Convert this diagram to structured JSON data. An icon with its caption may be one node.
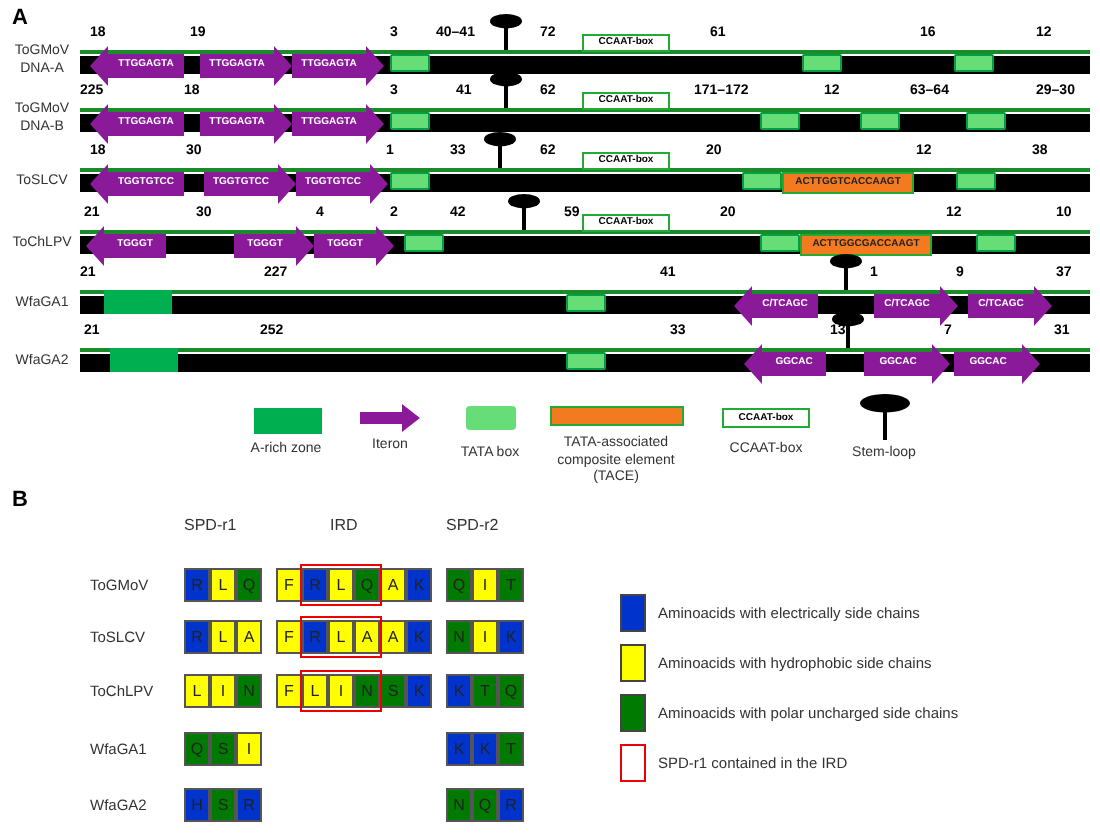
{
  "diagram": {
    "nodes": [
      {
        "text": [
          "TTGGAGTA"
        ]
      },
      {
        "text": [
          "TTGGAGTA"
        ]
      },
      {
        "text": [
          "TTGGAGTA"
        ]
      },
      {
        "text": [
          "CCAAT-box"
        ]
      },
      {
        "text": [
          "TTGGAGTA"
        ]
      },
      {
        "text": [
          "TTGGAGTA"
        ]
      },
      {
        "text": [
          "TTGGAGTA"
        ]
      },
      {
        "text": [
          "CCAAT-box"
        ]
      },
      {
        "text": [
          "TGGTGTCC"
        ]
      },
      {
        "text": [
          "TGGTGTCC"
        ]
      },
      {
        "text": [
          "TGGTGTCC"
        ]
      },
      {
        "text": [
          "CCAAT-box"
        ]
      },
      {
        "text": [
          "ACTTGGTCACCAAGT"
        ]
      },
      {
        "text": [
          "TGGGT"
        ]
      },
      {
        "text": [
          "TGGGT"
        ]
      },
      {
        "text": [
          "TGGGT"
        ]
      },
      {
        "text": [
          "CCAAT-box"
        ]
      },
      {
        "text": [
          "ACTTGGCGACCAAGT"
        ]
      },
      {
        "text": [
          "C/TCAGC"
        ]
      },
      {
        "text": [
          "C/TCAGC"
        ]
      },
      {
        "text": [
          "C/TCAGC"
        ]
      },
      {
        "text": [
          "GGCAC"
        ]
      },
      {
        "text": [
          "GGCAC"
        ]
      },
      {
        "text": [
          "GGCAC"
        ]
      },
      {
        "text": [
          "R"
        ]
      },
      {
        "text": [
          "L"
        ]
      },
      {
        "text": [
          "Q"
        ]
      },
      {
        "text": [
          "F"
        ]
      },
      {
        "text": [
          "R"
        ]
      },
      {
        "text": [
          "L"
        ]
      },
      {
        "text": [
          "Q"
        ]
      },
      {
        "text": [
          "A"
        ]
      },
      {
        "text": [
          "K"
        ]
      },
      {
        "text": [
          "Q"
        ]
      },
      {
        "text": [
          "I"
        ]
      },
      {
        "text": [
          "T"
        ]
      },
      {
        "text": [
          "R"
        ]
      },
      {
        "text": [
          "L"
        ]
      },
      {
        "text": [
          "A"
        ]
      },
      {
        "text": [
          "F"
        ]
      },
      {
        "text": [
          "R"
        ]
      },
      {
        "text": [
          "L"
        ]
      },
      {
        "text": [
          "A"
        ]
      },
      {
        "text": [
          "A"
        ]
      },
      {
        "text": [
          "K"
        ]
      },
      {
        "text": [
          "N"
        ]
      },
      {
        "text": [
          "I"
        ]
      },
      {
        "text": [
          "K"
        ]
      },
      {
        "text": [
          "L"
        ]
      },
      {
        "text": [
          "I"
        ]
      },
      {
        "text": [
          "N"
        ]
      },
      {
        "text": [
          "F"
        ]
      },
      {
        "text": [
          "L"
        ]
      },
      {
        "text": [
          "I"
        ]
      },
      {
        "text": [
          "N"
        ]
      },
      {
        "text": [
          "S"
        ]
      },
      {
        "text": [
          "K"
        ]
      },
      {
        "text": [
          "K"
        ]
      },
      {
        "text": [
          "T"
        ]
      },
      {
        "text": [
          "Q"
        ]
      },
      {
        "text": [
          "Q"
        ]
      },
      {
        "text": [
          "S"
        ]
      },
      {
        "text": [
          "I"
        ]
      },
      {
        "text": [
          "K"
        ]
      },
      {
        "text": [
          "K"
        ]
      },
      {
        "text": [
          "T"
        ]
      },
      {
        "text": [
          "H"
        ]
      },
      {
        "text": [
          "S"
        ]
      },
      {
        "text": [
          "R"
        ]
      },
      {
        "text": [
          "N"
        ]
      },
      {
        "text": [
          "Q"
        ]
      },
      {
        "text": [
          "R"
        ]
      }
    ],
    "labels": [
      "A",
      "ToGMoV DNA-A",
      "18",
      "19",
      "3",
      "40–41",
      "72",
      "61",
      "16",
      "12",
      "ToGMoV DNA-B",
      "225",
      "18",
      "3",
      "41",
      "62",
      "171–172",
      "12",
      "63–64",
      "29–30",
      "ToSLCV",
      "18",
      "30",
      "1",
      "33",
      "62",
      "20",
      "12",
      "38",
      "ToChLPV",
      "21",
      "30",
      "4",
      "2",
      "42",
      "59",
      "20",
      "12",
      "10",
      "WfaGA1",
      "21",
      "227",
      "41",
      "1",
      "9",
      "37",
      "WfaGA2",
      "21",
      "252",
      "33",
      "13",
      "7",
      "31",
      "CCAAT-box",
      "B",
      "SPD-r1",
      "IRD",
      "SPD-r2",
      "ToGMoV",
      "ToSLCV",
      "ToChLPV",
      "WfaGA1",
      "WfaGA2"
    ],
    "legend": [
      {
        "text": "A-rich zone",
        "color": "#00b050"
      },
      {
        "text": "Iteron"
      },
      {
        "text": "TATA box",
        "color": "#66dd77"
      },
      {
        "text": "TATA-associated composite element (TACE)",
        "color": "#f47a20"
      },
      {
        "text": "CCAAT-box"
      },
      {
        "text": "Stem-loop"
      },
      {
        "text": "Aminoacids with electrically side chains",
        "color": "#0033cc"
      },
      {
        "text": "Aminoacids with hydrophobic side chains",
        "color": "#ffff00"
      },
      {
        "text": "Aminoacids with polar uncharged side chains",
        "color": "#007a00"
      },
      {
        "text": "SPD-r1 contained in the IRD"
      }
    ]
  }
}
